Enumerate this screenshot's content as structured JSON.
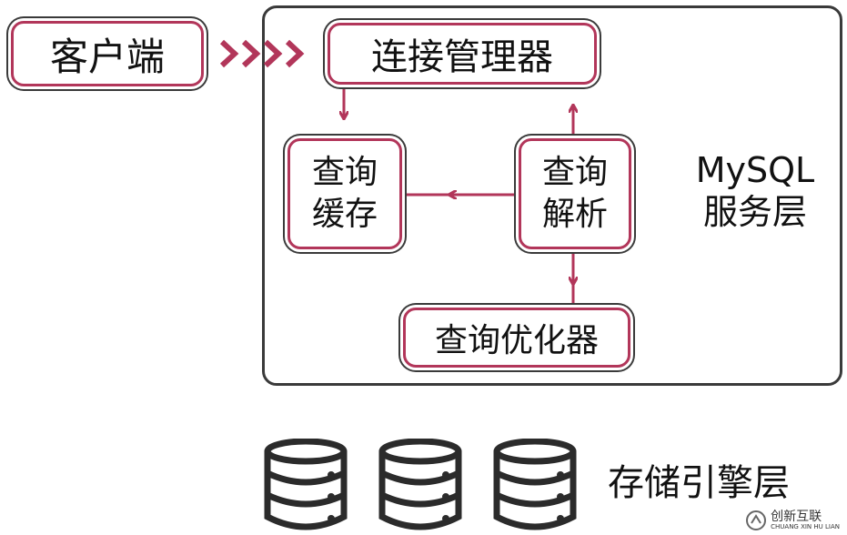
{
  "nodes": {
    "client": "客户端",
    "connection_manager": "连接管理器",
    "query_cache": [
      "查询",
      "缓存"
    ],
    "query_parser": [
      "查询",
      "解析"
    ],
    "query_optimizer": "查询优化器"
  },
  "labels": {
    "service_layer": [
      "MySQL",
      "服务层"
    ],
    "storage_layer": "存储引擎层"
  },
  "watermark": {
    "text": "创新互联",
    "subtext": "CHUANG XIN HU LIAN"
  },
  "colors": {
    "accent": "#b2365a",
    "outline": "#3a3a3a"
  },
  "icons": [
    "database-icon",
    "database-icon",
    "database-icon",
    "arrow-icon"
  ]
}
